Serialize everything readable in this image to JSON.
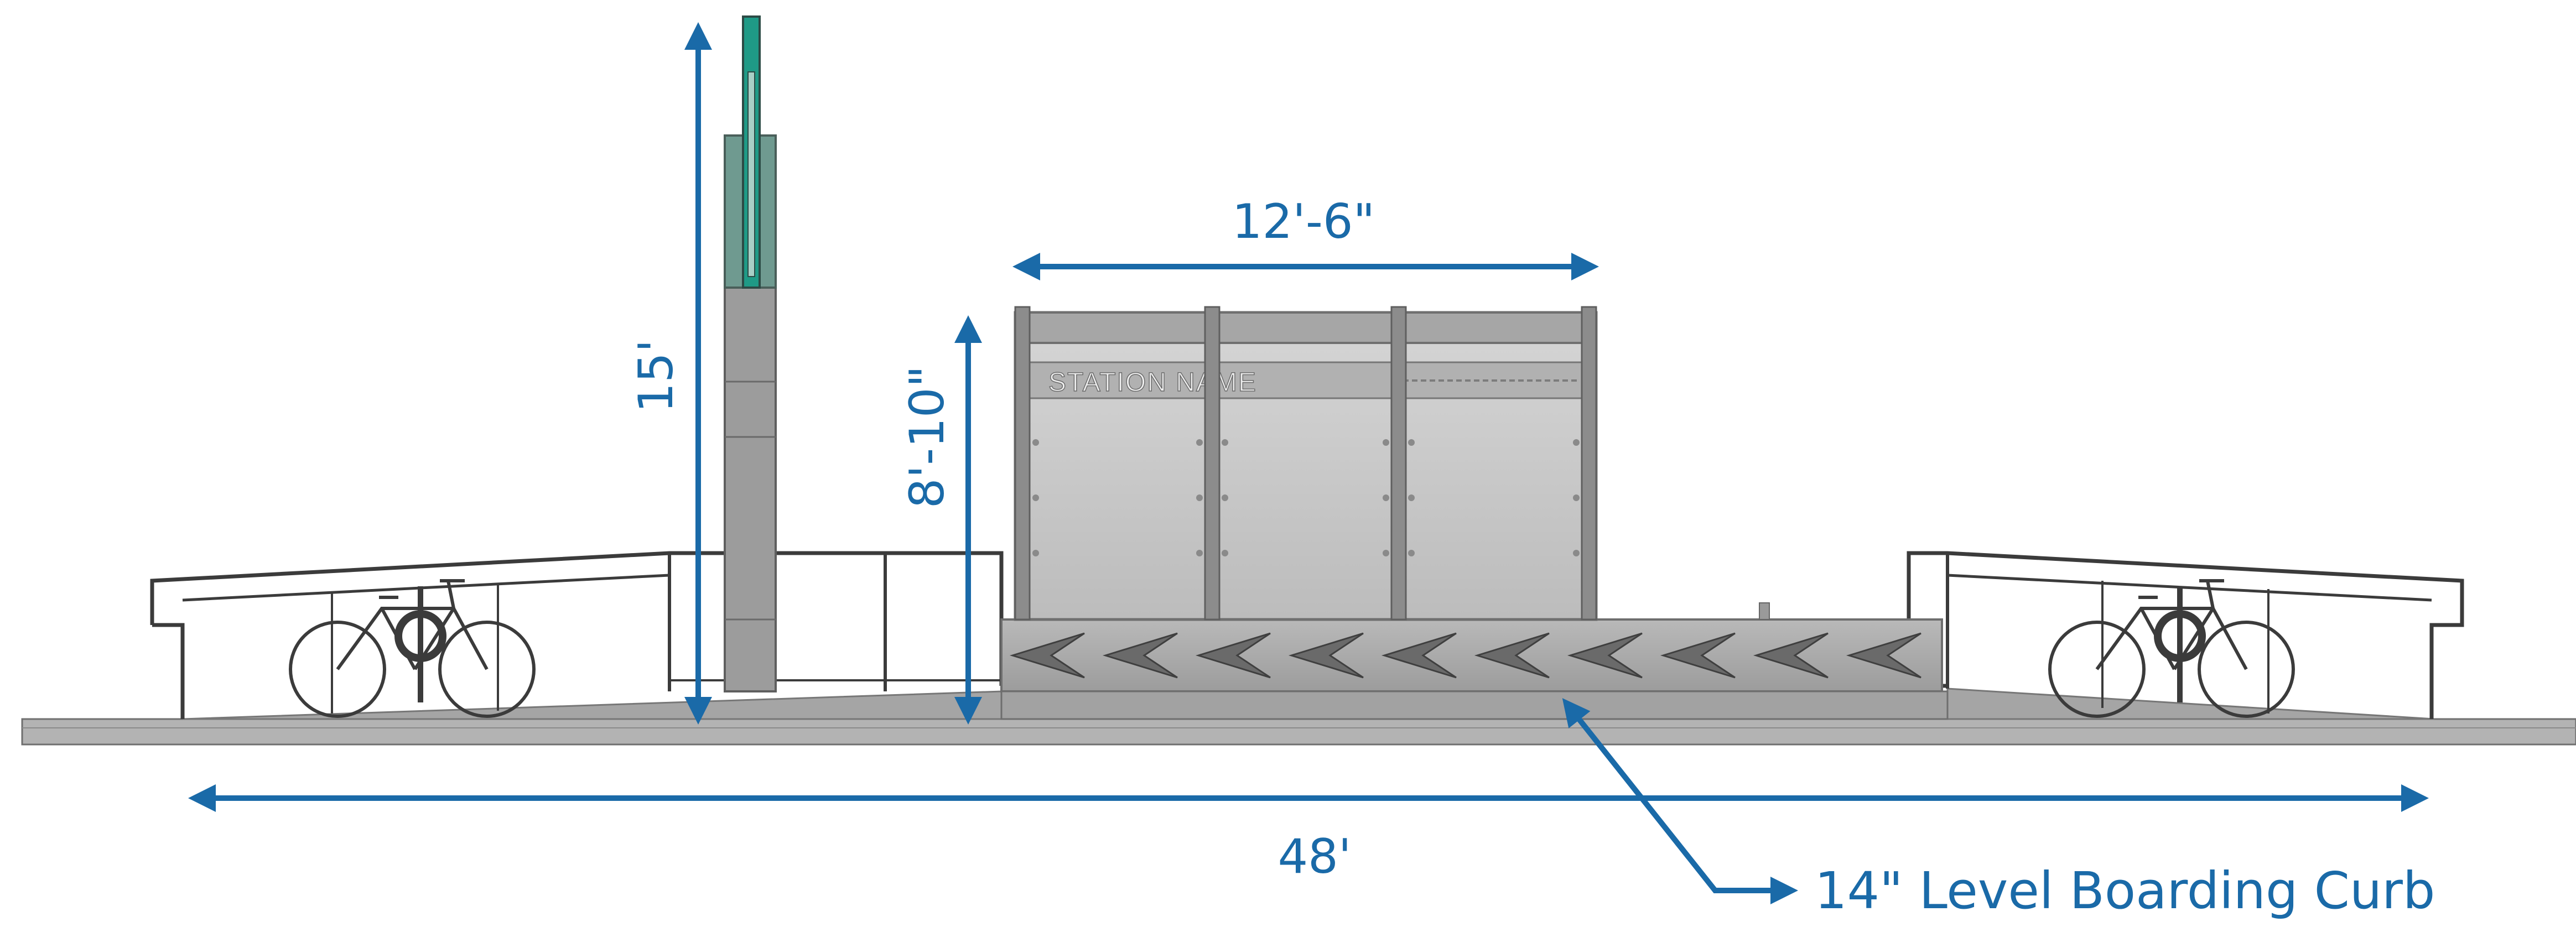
{
  "dimensions": {
    "height_total": "15'",
    "shelter_height": "8'-10\"",
    "shelter_width": "12'-6\"",
    "platform_length": "48'"
  },
  "callout": {
    "label": "14\" Level Boarding Curb"
  },
  "shelter_sign": {
    "station_name": "STATION NAME"
  },
  "colors": {
    "dimension": "#1a6aa8",
    "pylon_accent": "#1f9a86",
    "concrete": "#a9a9a9",
    "concrete_dark": "#8e8e8e",
    "glass": "#c9c9c9",
    "frame": "#7a7a7a",
    "rail": "#3b3b3b",
    "ground": "#b0b0b0"
  },
  "icons": {
    "bicycle_left": "bicycle-icon",
    "bicycle_right": "bicycle-icon",
    "chevron": "chevron-left-icon"
  }
}
